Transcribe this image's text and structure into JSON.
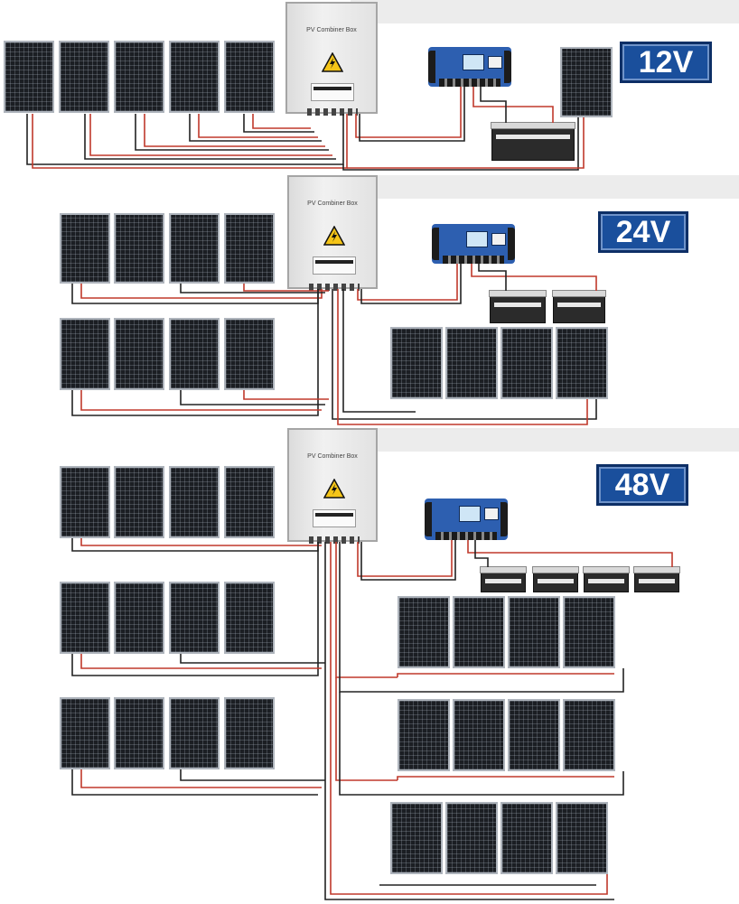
{
  "combiner_label": "PV Combiner Box",
  "sections": [
    {
      "voltage": "12V"
    },
    {
      "voltage": "24V"
    },
    {
      "voltage": "48V"
    }
  ],
  "colors": {
    "badge": "#1a4f9c",
    "wire_red": "#c0392b",
    "wire_black": "#222222",
    "panel": "#1b1e23"
  },
  "icons": [
    "warning-icon",
    "solar-panel",
    "charge-controller",
    "battery"
  ]
}
